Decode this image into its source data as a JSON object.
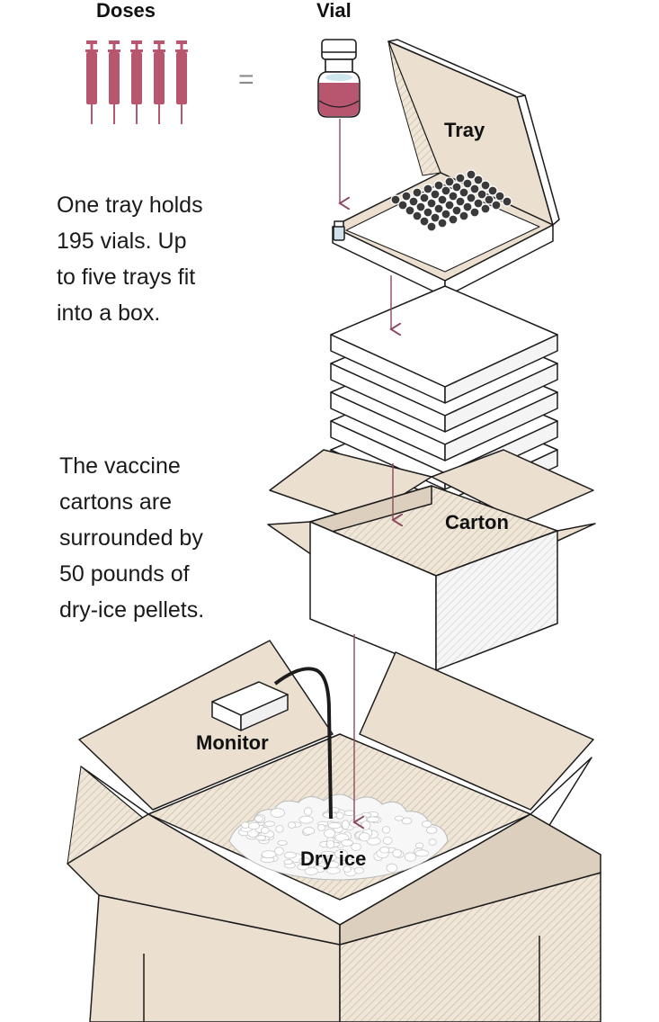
{
  "labels": {
    "doses": "Doses",
    "vial": "Vial",
    "equals": "=",
    "tray": "Tray",
    "carton": "Carton",
    "monitor": "Monitor",
    "dry_ice": "Dry ice"
  },
  "text_tray": [
    "One tray holds",
    "195 vials. Up",
    "to five trays fit",
    "into a box."
  ],
  "text_carton": [
    "The vaccine",
    "cartons are",
    "surrounded by",
    "50 pounds of",
    "dry-ice pellets."
  ],
  "counts": {
    "syringes": 5,
    "stacked_trays": 5
  },
  "colors": {
    "dose": "#b9566f",
    "arrow": "#8c4a5c",
    "cardboard": "#ebe0d0",
    "cardboard_dark": "#dccfbd",
    "outline": "#1c1c1c"
  }
}
